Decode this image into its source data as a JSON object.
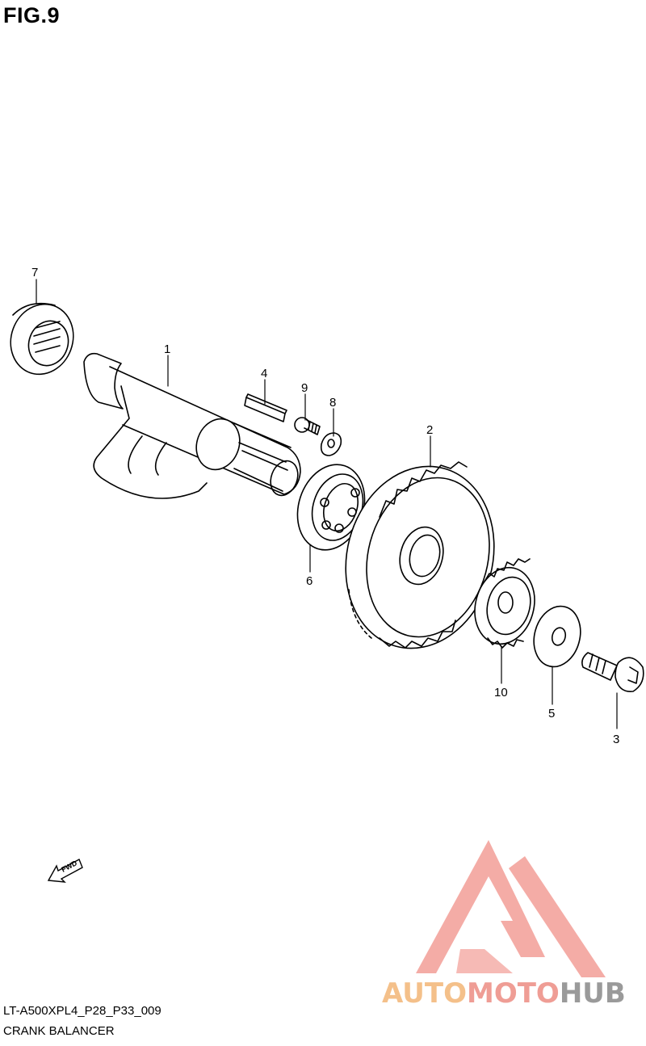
{
  "figure": {
    "title": "FIG.9"
  },
  "callouts": {
    "c1": "1",
    "c2": "2",
    "c3": "3",
    "c4": "4",
    "c5": "5",
    "c6": "6",
    "c7": "7",
    "c8": "8",
    "c9": "9",
    "c10": "10"
  },
  "direction_badge": "FWD",
  "footer": {
    "code": "LT-A500XPL4_P28_P33_009",
    "description": "CRANK BALANCER"
  },
  "watermark": {
    "part1": "AUTO",
    "part2": "MOTO",
    "part3": "HUB",
    "colors": {
      "auto": "#f4c08a",
      "moto": "#ef9d95",
      "hub": "#9a9a9a",
      "logo": "#f3a39c"
    }
  }
}
